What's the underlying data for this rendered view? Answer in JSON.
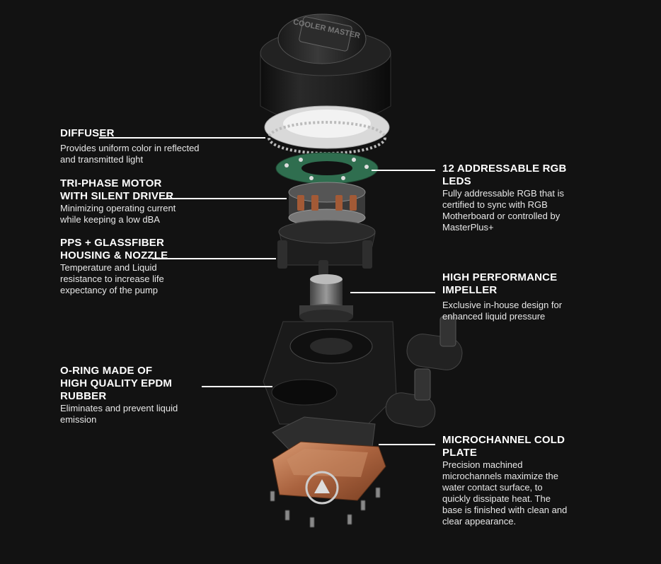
{
  "brand_logo": "COOLER MASTER",
  "colors": {
    "background": "#121212",
    "text": "#ffffff",
    "copper": "#b8734d"
  },
  "callouts": [
    {
      "id": "diffuser",
      "title": "DIFFUSER",
      "desc": "Provides uniform color in reflected\nand transmitted light"
    },
    {
      "id": "motor",
      "title": "TRI-PHASE MOTOR\nWITH SILENT DRIVER",
      "desc": "Minimizing operating current\nwhile keeping a low dBA"
    },
    {
      "id": "housing",
      "title": "PPS + GLASSFIBER\nHOUSING & NOZZLE",
      "desc": "Temperature and Liquid\nresistance to increase life\nexpectancy of the pump"
    },
    {
      "id": "oring",
      "title": "O-RING MADE OF\nHIGH QUALITY EPDM\nRUBBER",
      "desc": "Eliminates and prevent liquid\nemission"
    },
    {
      "id": "leds",
      "title": "12 ADDRESSABLE RGB\nLEDS",
      "desc": "Fully addressable RGB that is\ncertified to sync with RGB\nMotherboard or controlled by\nMasterPlus+"
    },
    {
      "id": "impeller",
      "title": "HIGH PERFORMANCE\nIMPELLER",
      "desc": "Exclusive in-house design for\nenhanced liquid pressure"
    },
    {
      "id": "coldplate",
      "title": "MICROCHANNEL COLD\nPLATE",
      "desc": "Precision machined\nmicrochannels maximize the\nwater contact surface, to\nquickly dissipate heat. The\nbase is finished with clean and\nclear appearance."
    }
  ]
}
